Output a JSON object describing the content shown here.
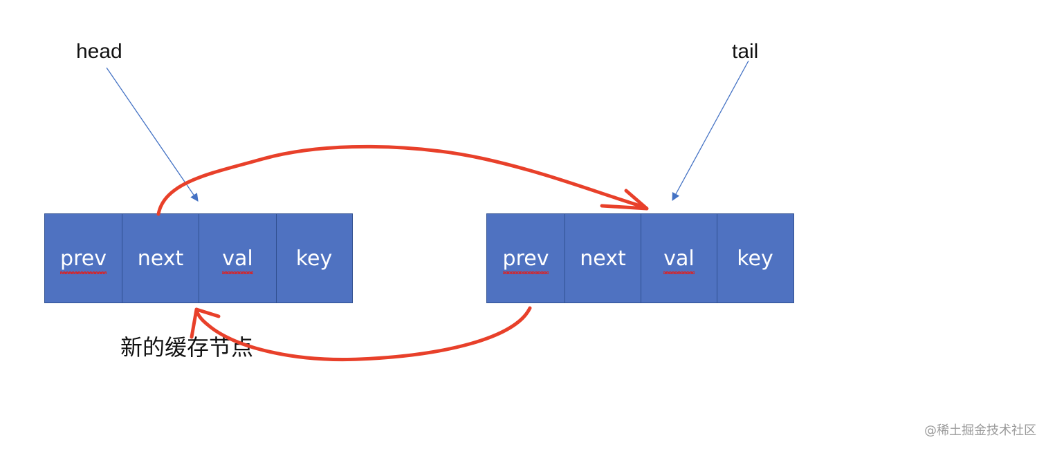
{
  "labels": {
    "head": "head",
    "tail": "tail"
  },
  "node_left": {
    "fields": [
      "prev",
      "next",
      "val",
      "key"
    ]
  },
  "node_right": {
    "fields": [
      "prev",
      "next",
      "val",
      "key"
    ]
  },
  "caption": "新的缓存节点",
  "watermark": "@稀土掘金技术社区",
  "colors": {
    "node_fill": "#4f72c1",
    "node_border": "#2f4f8f",
    "pointer_arrow": "#4472c4",
    "link_arrow": "#e8402a",
    "text_on_node": "#ffffff"
  }
}
